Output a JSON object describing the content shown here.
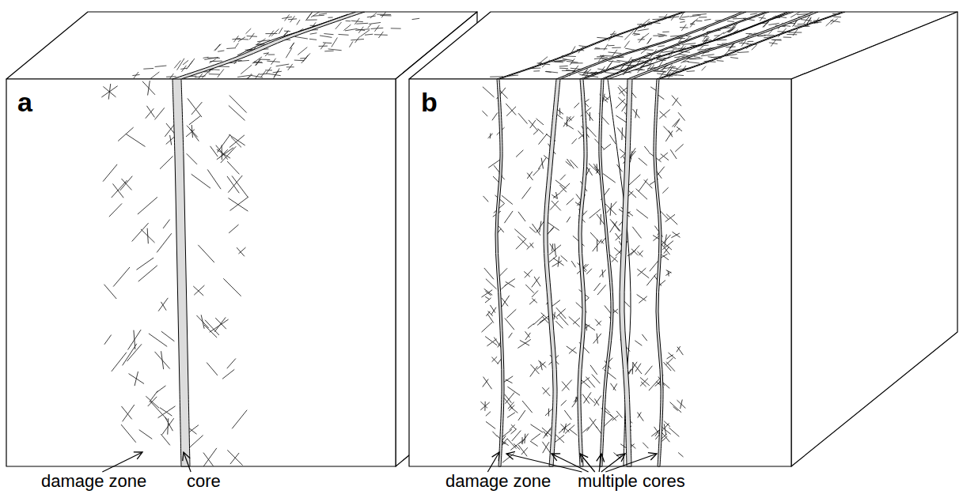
{
  "diagram": {
    "labels": [
      "a",
      "damage zone",
      "core",
      "b",
      "damage zone",
      "multiple cores"
    ]
  }
}
